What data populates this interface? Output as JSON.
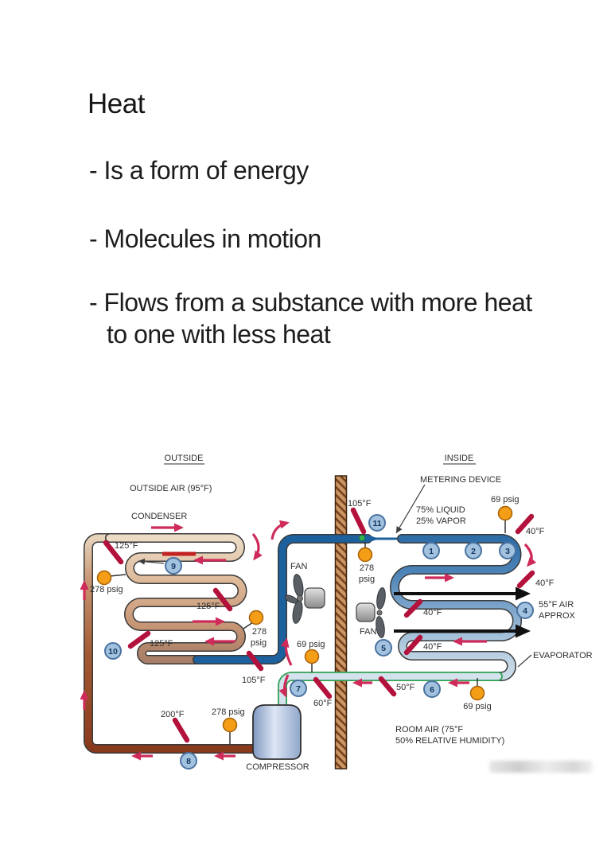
{
  "slide": {
    "title": "Heat",
    "bullets": [
      "- Is a form of energy",
      "- Molecules in motion",
      "- Flows from a substance with more heat\nto one with less heat"
    ]
  },
  "diagram": {
    "labels": {
      "outside": "OUTSIDE",
      "inside": "INSIDE",
      "outside_air": "OUTSIDE AIR (95°F)",
      "condenser": "CONDENSER",
      "metering_device": "METERING DEVICE",
      "liquid_pct": "75% LIQUID",
      "vapor_pct": "25% VAPOR",
      "fan_outside": "FAN",
      "fan_inside": "FAN",
      "evaporator": "EVAPORATOR",
      "compressor": "COMPRESSOR",
      "air55_line1": "55°F AIR",
      "air55_line2": "APPROX",
      "room_air_line1": "ROOM AIR (75°F",
      "room_air_line2": "50% RELATIVE HUMIDITY)"
    },
    "temps": {
      "t125_a": "125°F",
      "t125_b": "125°F",
      "t125_c": "125°F",
      "t105_out": "105°F",
      "t105_in": "105°F",
      "t200": "200°F",
      "t60": "60°F",
      "t50": "50°F",
      "t40_a": "40°F",
      "t40_b": "40°F",
      "t40_c": "40°F",
      "t40_d": "40°F"
    },
    "pressures": {
      "p278_a": "278 psig",
      "p278_b1": "278",
      "p278_b2": "psig",
      "p278_c": "278 psig",
      "p278_d1": "278",
      "p278_d2": "psig",
      "p69_a": "69 psig",
      "p69_b": "69 psig",
      "p69_c": "69 psig"
    },
    "points": {
      "n1": "1",
      "n2": "2",
      "n3": "3",
      "n4": "4",
      "n5": "5",
      "n6": "6",
      "n7": "7",
      "n8": "8",
      "n9": "9",
      "n10": "10",
      "n11": "11"
    },
    "colors": {
      "hot_gas_pipe": "#8a3a1c",
      "condenser_pipe": "#c39272",
      "liquid_line": "#1c619e",
      "evaporator_pipe": "#5b8fc0",
      "suction_line": "#d3e2ec",
      "suction_edge_green": "#2fa052",
      "gauge_orange": "#f49d17",
      "point_circle": "#a3c2e0",
      "flow_arrow_pink": "#ce2b5a",
      "probe_red": "#b3123c",
      "wall_brown": "#cd9464"
    }
  }
}
